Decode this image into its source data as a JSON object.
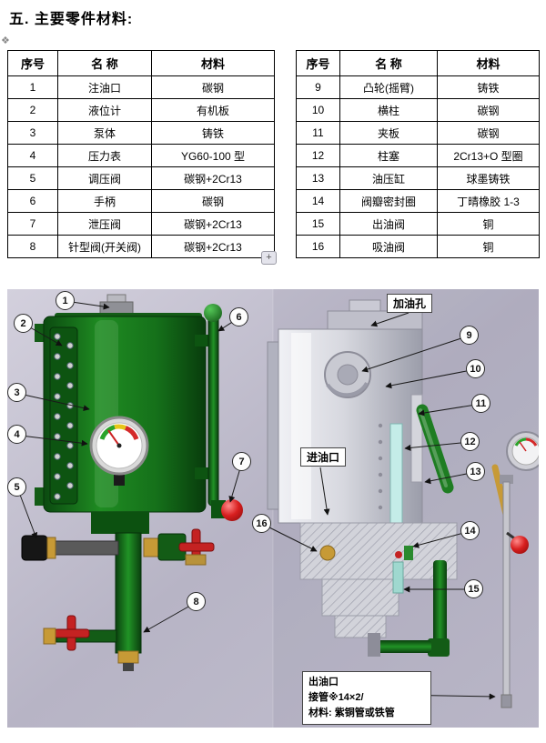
{
  "title": "五. 主要零件材料:",
  "anchor_icon": "❖",
  "plus_icon": "+",
  "tables": {
    "left": {
      "headers": [
        "序号",
        "名 称",
        "材料"
      ],
      "rows": [
        [
          "1",
          "注油口",
          "碳钢"
        ],
        [
          "2",
          "液位计",
          "有机板"
        ],
        [
          "3",
          "泵体",
          "铸铁"
        ],
        [
          "4",
          "压力表",
          "YG60-100 型"
        ],
        [
          "5",
          "调压阀",
          "碳钢+2Cr13"
        ],
        [
          "6",
          "手柄",
          "碳钢"
        ],
        [
          "7",
          "泄压阀",
          "碳钢+2Cr13"
        ],
        [
          "8",
          "针型阀(开关阀)",
          "碳钢+2Cr13"
        ]
      ]
    },
    "right": {
      "headers": [
        "序号",
        "名 称",
        "材料"
      ],
      "rows": [
        [
          "9",
          "凸轮(摇臂)",
          "铸铁"
        ],
        [
          "10",
          "横柱",
          "碳钢"
        ],
        [
          "11",
          "夹板",
          "碳钢"
        ],
        [
          "12",
          "柱塞",
          "2Cr13+O 型圈"
        ],
        [
          "13",
          "油压缸",
          "球墨铸铁"
        ],
        [
          "14",
          "阀瓣密封圈",
          "丁晴橡胶 1-3"
        ],
        [
          "15",
          "出油阀",
          "铜"
        ],
        [
          "16",
          "吸油阀",
          "铜"
        ]
      ]
    }
  },
  "diagram": {
    "left_callouts": [
      "1",
      "2",
      "3",
      "4",
      "5",
      "6",
      "7",
      "8"
    ],
    "right_callouts": [
      "9",
      "10",
      "11",
      "12",
      "13",
      "14",
      "15",
      "16"
    ],
    "labels": {
      "fill_hole": "加油孔",
      "inlet": "进油口",
      "outlet_title": "出油口",
      "outlet_pipe": "接管※14×2/",
      "outlet_material": "材料: 紫铜管或铁管"
    },
    "colors": {
      "pump_green": "#17691b",
      "valve_red": "#c42222",
      "background_lavender": "#b9b6c6",
      "brass": "#c79a36"
    }
  }
}
